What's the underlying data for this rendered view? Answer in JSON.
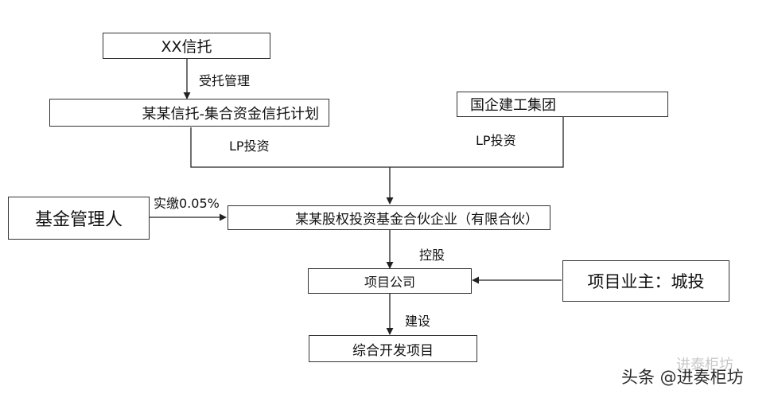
{
  "boxes": {
    "xx_trust": "XX信托",
    "trust_plan": "某某信托-集合资金信托计划",
    "soe": "国企建工集团",
    "fund_manager": "基金管理人",
    "partnership": "某某股权投资基金合伙企业（有限合伙）",
    "project_company": "项目公司",
    "owner": "项目业主：城投",
    "dev_project": "综合开发项目"
  },
  "edges": {
    "entrusted_mgmt": "受托管理",
    "lp_invest_left": "LP投资",
    "lp_invest_right": "LP投资",
    "paid_in": "实缴0.05%",
    "holding": "控股",
    "construction": "建设"
  },
  "watermark": {
    "faint": "进泰柜坊",
    "main": "头条 @进奏柜坊"
  }
}
